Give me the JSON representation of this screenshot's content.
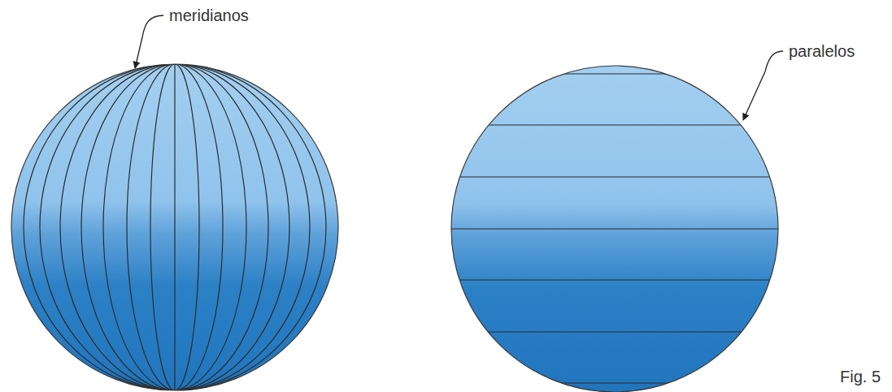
{
  "diagram": {
    "labels": [
      "meridianos",
      "paralelos",
      "Fig. 5"
    ]
  }
}
